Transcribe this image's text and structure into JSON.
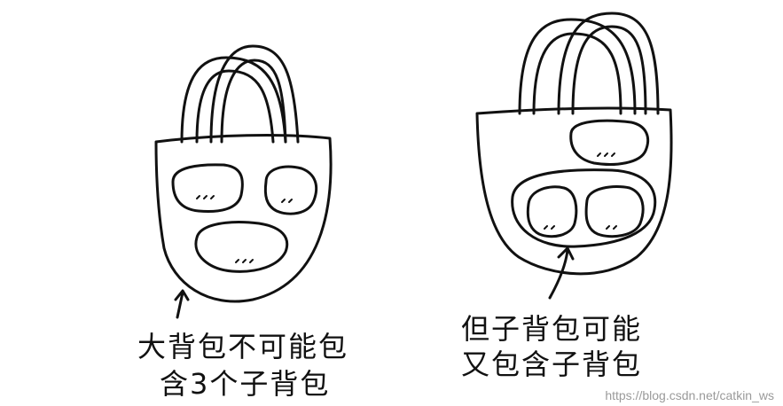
{
  "captions": {
    "left_line1": "大背包不可能包",
    "left_line2": "含3个子背包",
    "right_line1": "但子背包可能",
    "right_line2": "又包含子背包"
  },
  "watermark": "https://blog.csdn.net/catkin_ws"
}
